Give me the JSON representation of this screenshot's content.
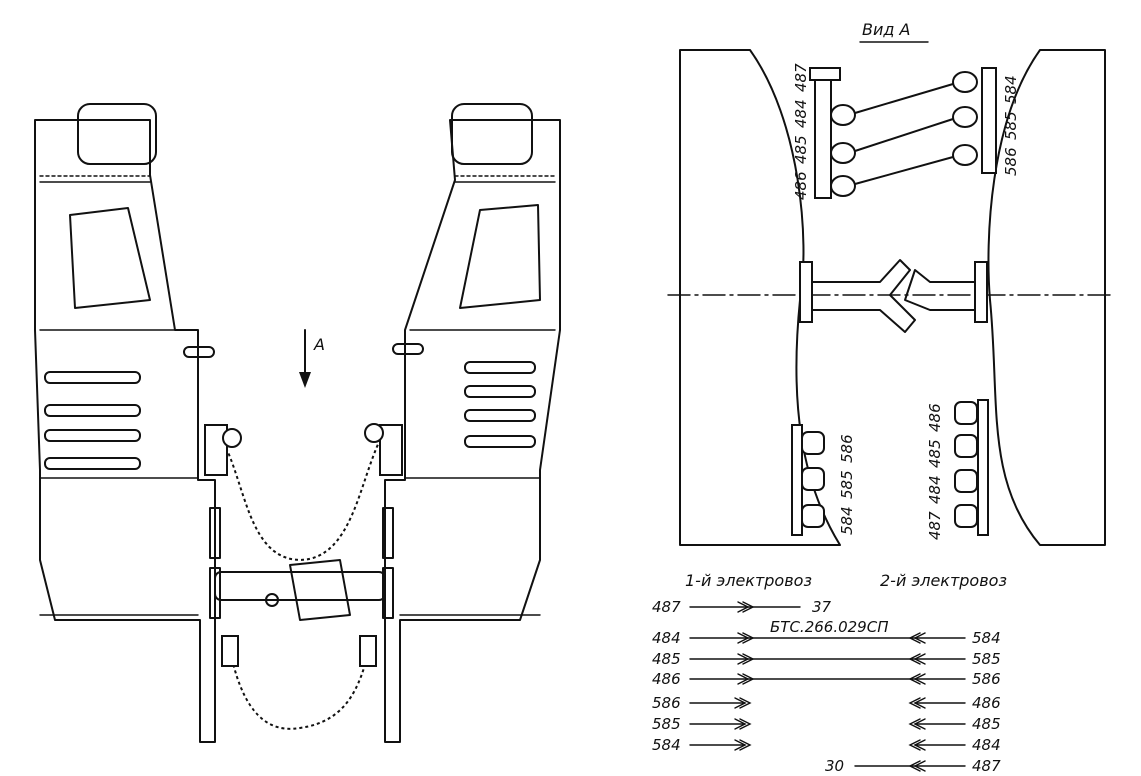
{
  "view_label": "Вид А",
  "arrow_label": "А",
  "view_a": {
    "left_top_labels": [
      "487",
      "484",
      "485",
      "486"
    ],
    "right_top_labels": [
      "584",
      "585",
      "586"
    ],
    "left_bottom_labels": [
      "586",
      "585",
      "584"
    ],
    "right_bottom_labels": [
      "486",
      "485",
      "484",
      "487"
    ]
  },
  "table": {
    "header_left": "1-й электровоз",
    "header_right": "2-й электровоз",
    "cable_label": "БТС.266.029СП",
    "rows": [
      {
        "left": "487",
        "right": "37",
        "type": "left-to-mid"
      },
      {
        "left": "484",
        "right": "584",
        "type": "through"
      },
      {
        "left": "485",
        "right": "585",
        "type": "through"
      },
      {
        "left": "486",
        "right": "586",
        "type": "through"
      },
      {
        "left": "586",
        "right": "486",
        "type": "split"
      },
      {
        "left": "585",
        "right": "485",
        "type": "split"
      },
      {
        "left": "584",
        "right": "484",
        "type": "split"
      },
      {
        "left": "30",
        "right": "487",
        "type": "mid-to-right"
      }
    ]
  }
}
